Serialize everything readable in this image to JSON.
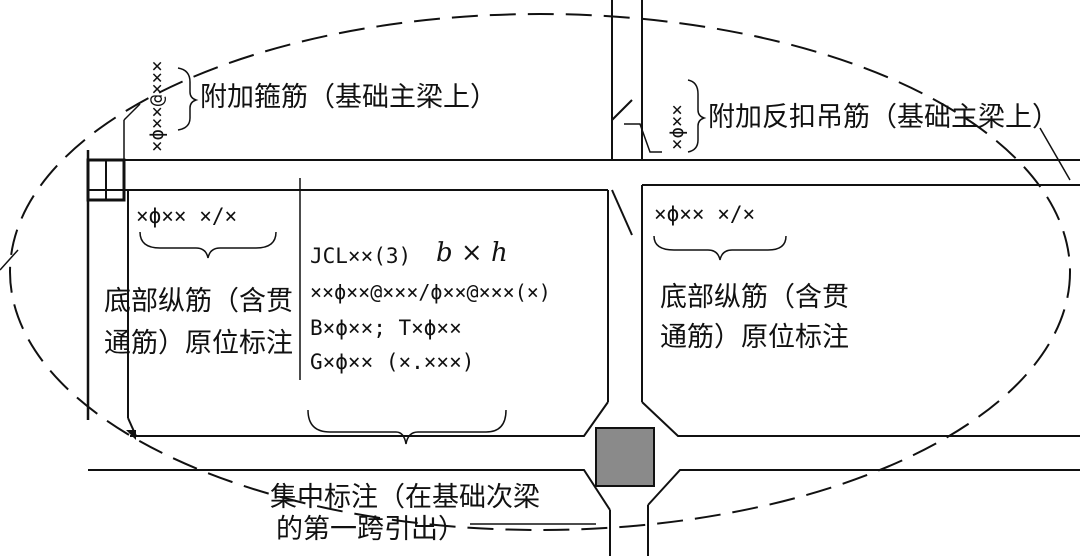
{
  "stirrup_note": {
    "spec": "×ϕ××@×××",
    "label": "附加箍筋（基础主梁上）"
  },
  "hanger_note": {
    "spec": "×ϕ××",
    "label": "附加反扣吊筋（基础主梁上）"
  },
  "left_bottom_bar": {
    "spec": "×ϕ××  ×/×",
    "line1": "底部纵筋（含贯",
    "line2": "通筋）原位标注"
  },
  "right_bottom_bar": {
    "spec": "×ϕ××  ×/×",
    "line1": "底部纵筋（含贯",
    "line2": "通筋）原位标注"
  },
  "centralized_note": {
    "line1_code": "JCL××(3)",
    "line1_dims": "b × h",
    "line2": "××ϕ××@×××/ϕ××@×××(×)",
    "line3": "B×ϕ××; T×ϕ××",
    "line4": "G×ϕ××  (×.×××)",
    "caption_line1": "集中标注（在基础次梁",
    "caption_line2": "的第一跨引出）"
  },
  "colors": {
    "ink": "#111111",
    "column_fill": "#8a8a8a",
    "background": "#ffffff"
  }
}
